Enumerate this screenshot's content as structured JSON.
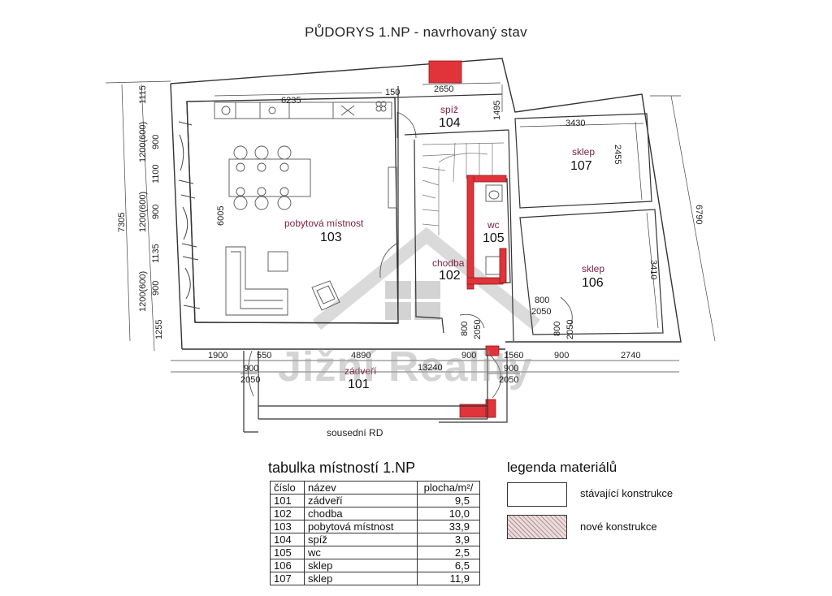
{
  "title": "PŮDORYS 1.NP - navrhovaný stav",
  "watermark": "Jižní Reality",
  "colors": {
    "new_construction": "#e0343a",
    "wall": "#333333",
    "room_name": "#7a2140",
    "watermark": "#c8c8c8"
  },
  "rooms": [
    {
      "number": "101",
      "name": "zádveří"
    },
    {
      "number": "102",
      "name": "chodba"
    },
    {
      "number": "103",
      "name": "pobytová místnost"
    },
    {
      "number": "104",
      "name": "spíž"
    },
    {
      "number": "105",
      "name": "wc"
    },
    {
      "number": "106",
      "name": "sklep"
    },
    {
      "number": "107",
      "name": "sklep"
    }
  ],
  "neighbor_label": "sousední RD",
  "dimensions": {
    "left_side": [
      "1115",
      "1200(600)",
      "900",
      "1100",
      "1200(600)",
      "900",
      "1135",
      "1200(600)",
      "900",
      "1255"
    ],
    "overall_left": "7305",
    "overall_right": "6790",
    "bottom_row": [
      "1900",
      "550",
      "4890",
      "900",
      "1560",
      "900",
      "2740"
    ],
    "overall_bottom": "13240",
    "top_kitchen": "6235",
    "top_small": "150",
    "spiz_width": "2650",
    "spiz_depth": "1495",
    "room103_depth": "6005",
    "sklep107_width": "3430",
    "sklep107_depth": "2455",
    "sklep106_depth": "3410",
    "door_101_w": "900",
    "door_101_h": "2050",
    "door_right_w": "900",
    "door_right_h": "2050",
    "door_102_a": "800",
    "door_102_b": "2050",
    "door_106_w": "800",
    "door_106_h": "2050",
    "door_106_a": "800",
    "door_106_b": "2050"
  },
  "room_table": {
    "title": "tabulka místností 1.NP",
    "columns": [
      "číslo",
      "název",
      "plocha/m²/"
    ],
    "rows": [
      {
        "cislo": "101",
        "nazev": "zádveří",
        "plocha": "9,5"
      },
      {
        "cislo": "102",
        "nazev": "chodba",
        "plocha": "10,0"
      },
      {
        "cislo": "103",
        "nazev": "pobytová místnost",
        "plocha": "33,9"
      },
      {
        "cislo": "104",
        "nazev": "spíž",
        "plocha": "3,9"
      },
      {
        "cislo": "105",
        "nazev": "wc",
        "plocha": "2,5"
      },
      {
        "cislo": "106",
        "nazev": "sklep",
        "plocha": "6,5"
      },
      {
        "cislo": "107",
        "nazev": "sklep",
        "plocha": "11,9"
      }
    ]
  },
  "legend": {
    "title": "legenda materiálů",
    "items": [
      {
        "label": "stávající konstrukce",
        "style": "plain"
      },
      {
        "label": "nové konstrukce",
        "style": "hatched"
      }
    ]
  }
}
